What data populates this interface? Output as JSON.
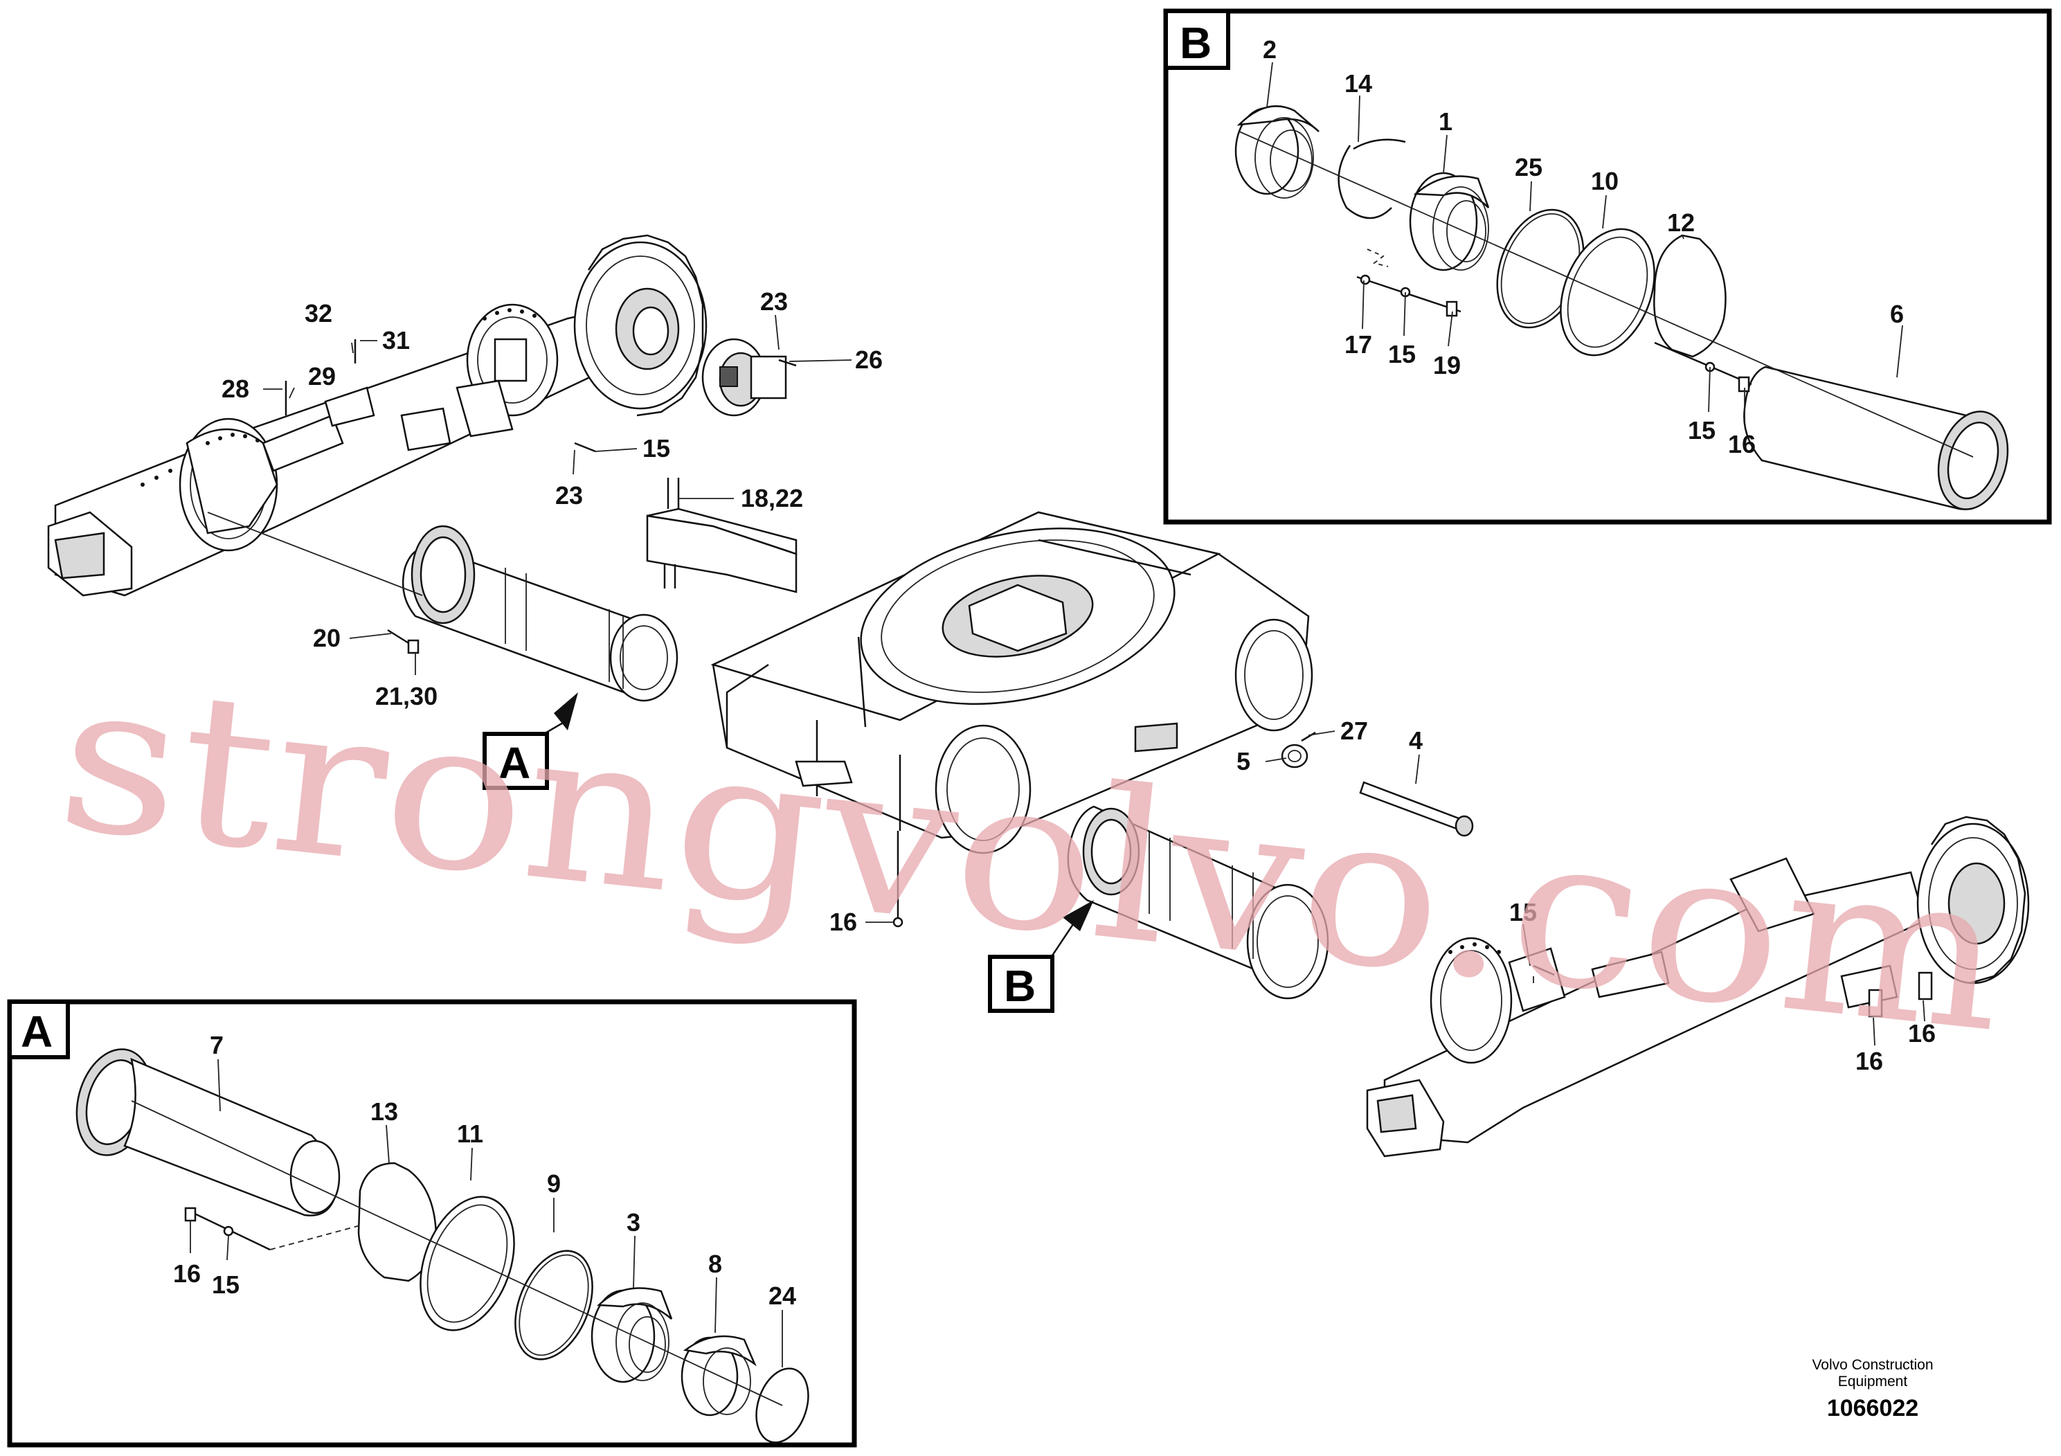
{
  "detail_box_a": {
    "label": "A"
  },
  "detail_box_b": {
    "label": "B"
  },
  "callout_a": "A",
  "callout_b": "B",
  "part_labels": {
    "b_2": "2",
    "b_14": "14",
    "b_1": "1",
    "b_25": "25",
    "b_10": "10",
    "b_12": "12",
    "b_6": "6",
    "b_17": "17",
    "b_15a": "15",
    "b_19": "19",
    "b_15b": "15",
    "b_16": "16",
    "m_32": "32",
    "m_31": "31",
    "m_28": "28",
    "m_29": "29",
    "m_23a": "23",
    "m_26": "26",
    "m_15": "15",
    "m_23b": "23",
    "m_18_22": "18,22",
    "m_20": "20",
    "m_21_30": "21,30",
    "m_27": "27",
    "m_5": "5",
    "m_4": "4",
    "m_16": "16",
    "r_15": "15",
    "r_16a": "16",
    "r_16b": "16",
    "a_7": "7",
    "a_13": "13",
    "a_11": "11",
    "a_9": "9",
    "a_3": "3",
    "a_8": "8",
    "a_24": "24",
    "a_16": "16",
    "a_15": "15"
  },
  "watermark": "strongvolvo.com",
  "footer": {
    "company_line1": "Volvo Construction",
    "company_line2": "Equipment",
    "drawing_number": "1066022"
  }
}
